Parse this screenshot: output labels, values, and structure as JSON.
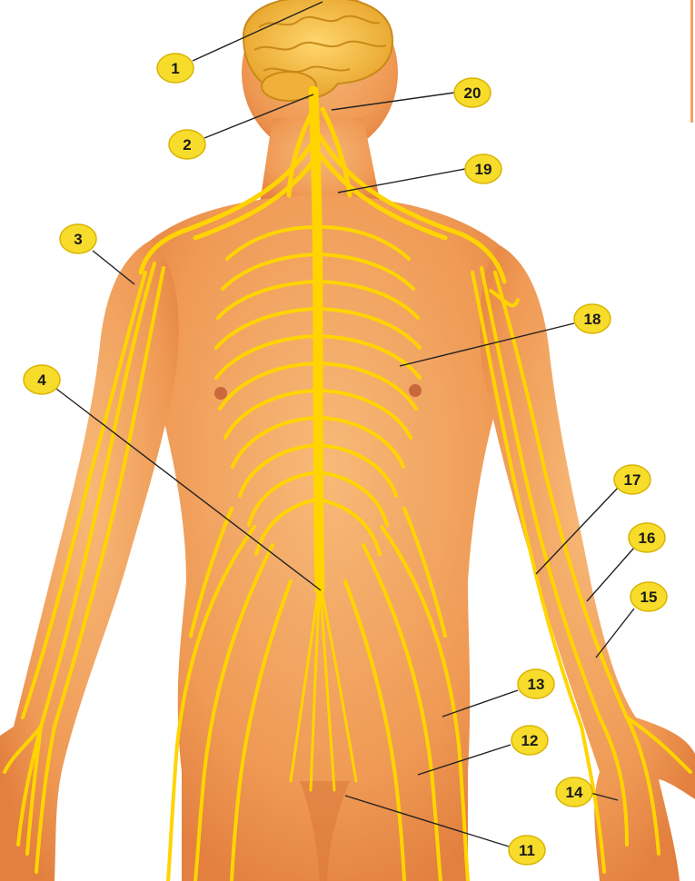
{
  "labels": {
    "l1": "1",
    "l2": "2",
    "l3": "3",
    "l4": "4",
    "l11": "11",
    "l12": "12",
    "l13": "13",
    "l14": "14",
    "l15": "15",
    "l16": "16",
    "l17": "17",
    "l18": "18",
    "l19": "19",
    "l20": "20"
  },
  "colors": {
    "badge_fill": "#f7dc2c",
    "badge_stroke": "#d9b400",
    "leader_line": "#222222",
    "skin": "#f2a25e",
    "skin_dark": "#e07f3f",
    "nerve": "#ffd400",
    "brain": "#f4b43a"
  }
}
